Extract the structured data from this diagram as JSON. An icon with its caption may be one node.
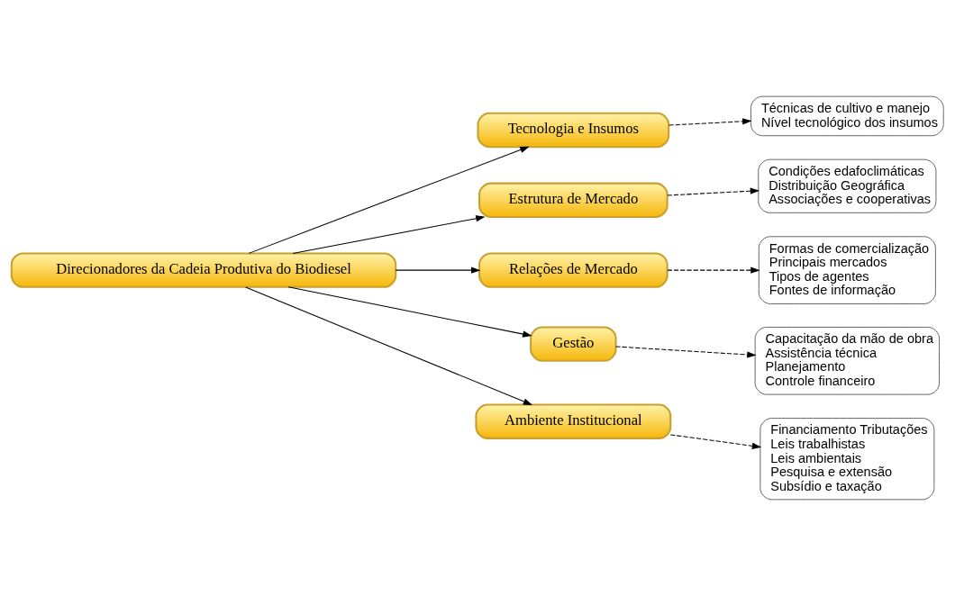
{
  "diagram": {
    "nodes": [
      {
        "text": [
          "Direcionadores da Cadeia Produtiva do Biodiesel"
        ]
      },
      {
        "text": [
          "Tecnologia e Insumos"
        ]
      },
      {
        "text": [
          "Estrutura de Mercado"
        ]
      },
      {
        "text": [
          "Relações de Mercado"
        ]
      },
      {
        "text": [
          "Gestão"
        ]
      },
      {
        "text": [
          "Ambiente Institucional"
        ]
      },
      {
        "text": [
          "Técnicas de cultivo e manejo",
          "Nível tecnológico dos insumos"
        ]
      },
      {
        "text": [
          "Condições edafoclimáticas",
          "Distribuição Geográfica",
          "Associações e cooperativas"
        ]
      },
      {
        "text": [
          "Formas de comercialização",
          "Principais mercados",
          "Tipos de agentes",
          "Fontes de informação"
        ]
      },
      {
        "text": [
          "Capacitação da mão de obra",
          "Assistência técnica",
          "Planejamento",
          "Controle financeiro"
        ]
      },
      {
        "text": [
          "Financiamento Tributações",
          "Leis trabalhistas",
          "Leis ambientais",
          "Pesquisa e extensão",
          "Subsídio e taxação"
        ]
      }
    ],
    "edges": [
      {
        "from": 0,
        "to": 1,
        "arrow": "to"
      },
      {
        "from": 0,
        "to": 2,
        "arrow": "to"
      },
      {
        "from": 0,
        "to": 3,
        "arrow": "to"
      },
      {
        "from": 0,
        "to": 4,
        "arrow": "to"
      },
      {
        "from": 0,
        "to": 5,
        "arrow": "to"
      },
      {
        "from": 1,
        "to": 6,
        "arrow": "to",
        "style": "dashed"
      },
      {
        "from": 2,
        "to": 7,
        "arrow": "to",
        "style": "dashed"
      },
      {
        "from": 3,
        "to": 8,
        "arrow": "to",
        "style": "dashed"
      },
      {
        "from": 4,
        "to": 9,
        "arrow": "to",
        "style": "dashed"
      },
      {
        "from": 5,
        "to": 10,
        "arrow": "to",
        "style": "dashed"
      }
    ]
  }
}
